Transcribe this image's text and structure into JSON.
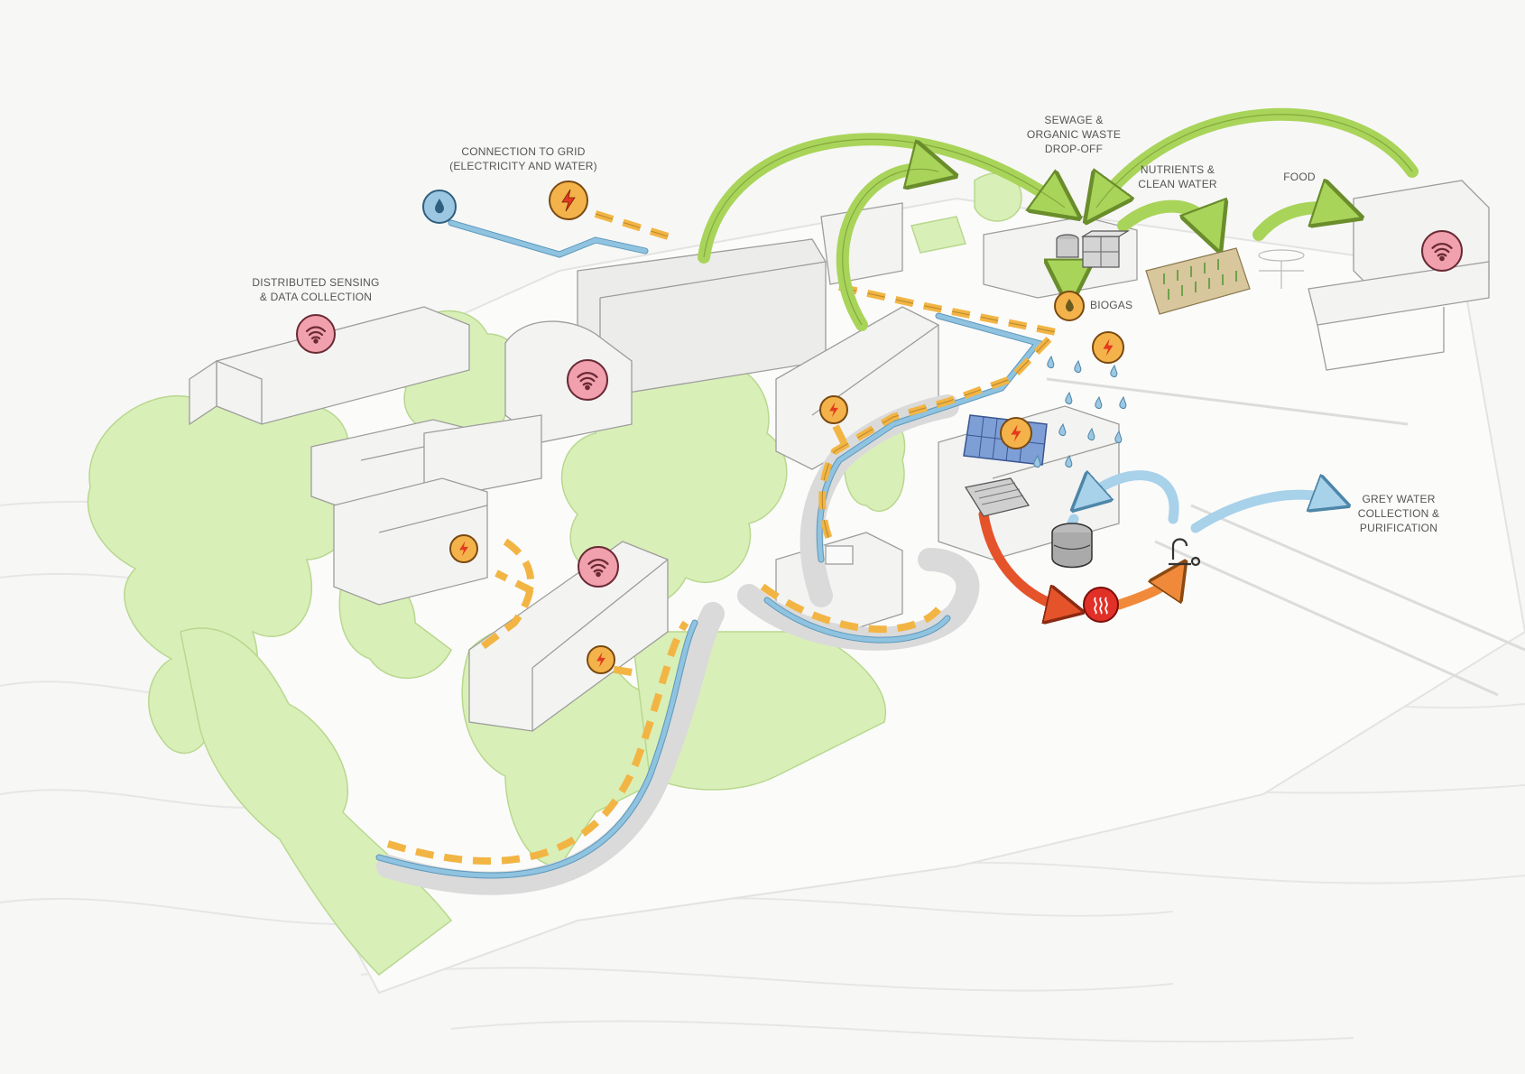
{
  "labels": {
    "grid": {
      "line1": "CONNECTION TO GRID",
      "line2": "(ELECTRICITY AND WATER)"
    },
    "sensing": {
      "line1": "DISTRIBUTED SENSING",
      "line2": "& DATA COLLECTION"
    },
    "sewage": {
      "line1": "SEWAGE &",
      "line2": "ORGANIC WASTE",
      "line3": "DROP-OFF"
    },
    "nutrients": {
      "line1": "NUTRIENTS &",
      "line2": "CLEAN WATER"
    },
    "food": {
      "text": "FOOD"
    },
    "biogas": {
      "text": "BIOGAS"
    },
    "greywater": {
      "line1": "GREY WATER",
      "line2": "COLLECTION &",
      "line3": "PURIFICATION"
    }
  },
  "icons": {
    "wifi": "wifi-icon",
    "electricity": "lightning-icon",
    "water": "water-drop-icon",
    "biogas": "flame-drop-icon",
    "heater": "heat-icon",
    "tap": "faucet-icon",
    "tank": "water-tank-icon",
    "solar": "solar-panel-icon"
  },
  "colors": {
    "greenery": "#d9efb8",
    "green_arrow": "#a9d45a",
    "electric_dash": "#f2b544",
    "electric_icon": "#f3b34a",
    "water_pipe": "#8fc3e0",
    "wifi_icon": "#f0a1ad",
    "hot_arrow": "#e5532a",
    "heater": "#e03028"
  }
}
